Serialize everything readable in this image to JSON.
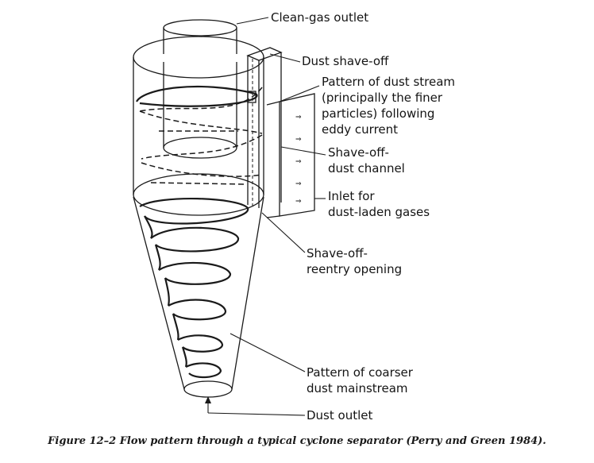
{
  "labels": {
    "clean_gas_outlet": "Clean-gas outlet",
    "dust_shave_off": "Dust shave-off",
    "dust_stream_1": "Pattern of dust stream",
    "dust_stream_2": "(principally the finer",
    "dust_stream_3": "particles) following",
    "dust_stream_4": "eddy current",
    "shave_off_channel_1": "Shave-off-",
    "shave_off_channel_2": "dust channel",
    "inlet_1": "Inlet for",
    "inlet_2": "dust-laden gases",
    "reentry_1": "Shave-off-",
    "reentry_2": "reentry opening",
    "coarser_1": "Pattern of coarser",
    "coarser_2": "dust mainstream",
    "dust_outlet": "Dust outlet"
  },
  "caption": "Figure 12–2 Flow pattern through a typical cyclone separator (Perry and Green 1984)."
}
